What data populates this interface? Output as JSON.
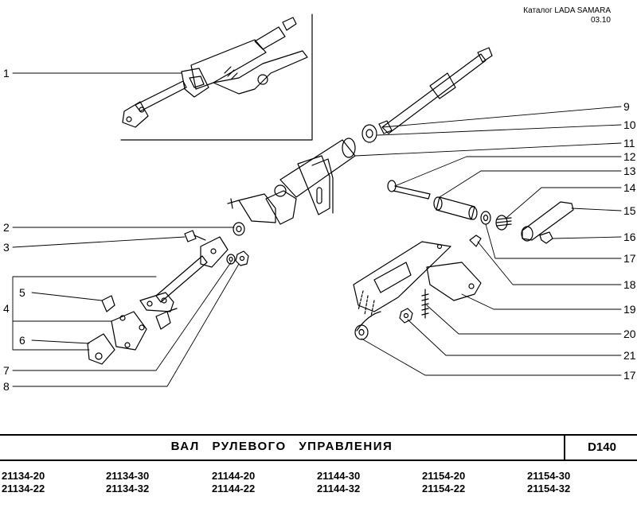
{
  "header": {
    "catalog": "Каталог  LADA SAMARA",
    "date": "03.10"
  },
  "callouts": [
    "1",
    "2",
    "3",
    "4",
    "5",
    "6",
    "7",
    "8",
    "9",
    "10",
    "11",
    "12",
    "13",
    "14",
    "15",
    "16",
    "17",
    "18",
    "19",
    "20",
    "21",
    "17"
  ],
  "title": "ВАЛ  РУЛЕВОГО  УПРАВЛЕНИЯ",
  "code": "D140",
  "models": [
    [
      "21134-20",
      "21134-22"
    ],
    [
      "21134-30",
      "21134-32"
    ],
    [
      "21144-20",
      "21144-22"
    ],
    [
      "21144-30",
      "21144-32"
    ],
    [
      "21154-20",
      "21154-22"
    ],
    [
      "21154-30",
      "21154-32"
    ]
  ]
}
